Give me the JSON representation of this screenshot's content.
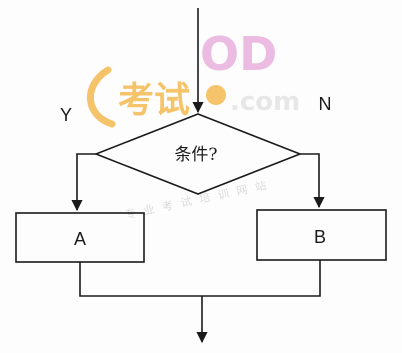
{
  "diagram": {
    "condition_label": "条件?",
    "yes_label": "Y",
    "no_label": "N",
    "box_a_label": "A",
    "box_b_label": "B"
  },
  "watermark": {
    "logo_text": "考试",
    "logo_text_latin": "OD",
    "domain_text": ".com",
    "slogan": "专业考试培训网站",
    "colors": {
      "orange": "#f3b23a",
      "pink": "#e6a6d8"
    }
  },
  "colors": {
    "line": "#1a1a1a",
    "background": "#fdfdfd"
  }
}
